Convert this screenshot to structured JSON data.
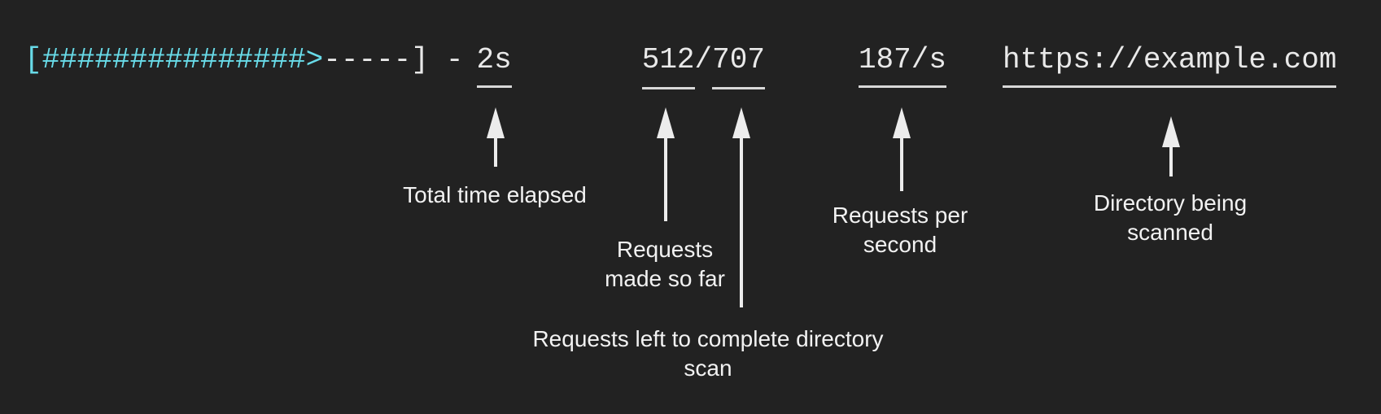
{
  "colors": {
    "background": "#222222",
    "progress_accent": "#68dbe8",
    "terminal_text": "#e9e9e9",
    "annotation_text": "#f2f2f2",
    "underline": "#d8d8d8",
    "arrow": "#ececec"
  },
  "terminal": {
    "progress_filled": "[###############>",
    "progress_remaining": "-----]",
    "separator": "-",
    "time_elapsed": "2s",
    "requests_made": "512",
    "slash": "/",
    "requests_total": "707",
    "request_rate": "187/s",
    "target_url": "https://example.com"
  },
  "annotations": {
    "time_elapsed": {
      "label": "Total time elapsed"
    },
    "requests_made": {
      "label": "Requests\nmade so far"
    },
    "requests_left": {
      "label": "Requests left to complete directory\nscan"
    },
    "request_rate": {
      "label": "Requests per\nsecond"
    },
    "target_url": {
      "label": "Directory being\nscanned"
    }
  }
}
